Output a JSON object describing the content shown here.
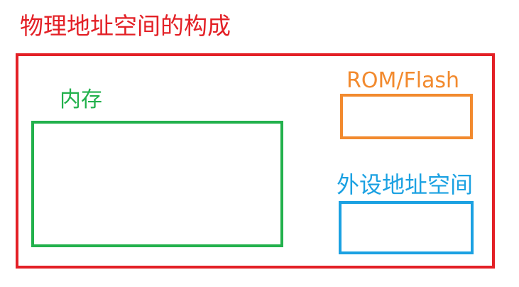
{
  "diagram": {
    "title": "物理地址空间的构成",
    "regions": {
      "memory": {
        "label": "内存"
      },
      "rom_flash": {
        "label": "ROM/Flash"
      },
      "peripheral": {
        "label": "外设地址空间"
      }
    }
  },
  "colors": {
    "outer": "#e32026",
    "memory": "#22b14c",
    "rom_flash": "#f28a2e",
    "peripheral": "#1ba1e2"
  }
}
